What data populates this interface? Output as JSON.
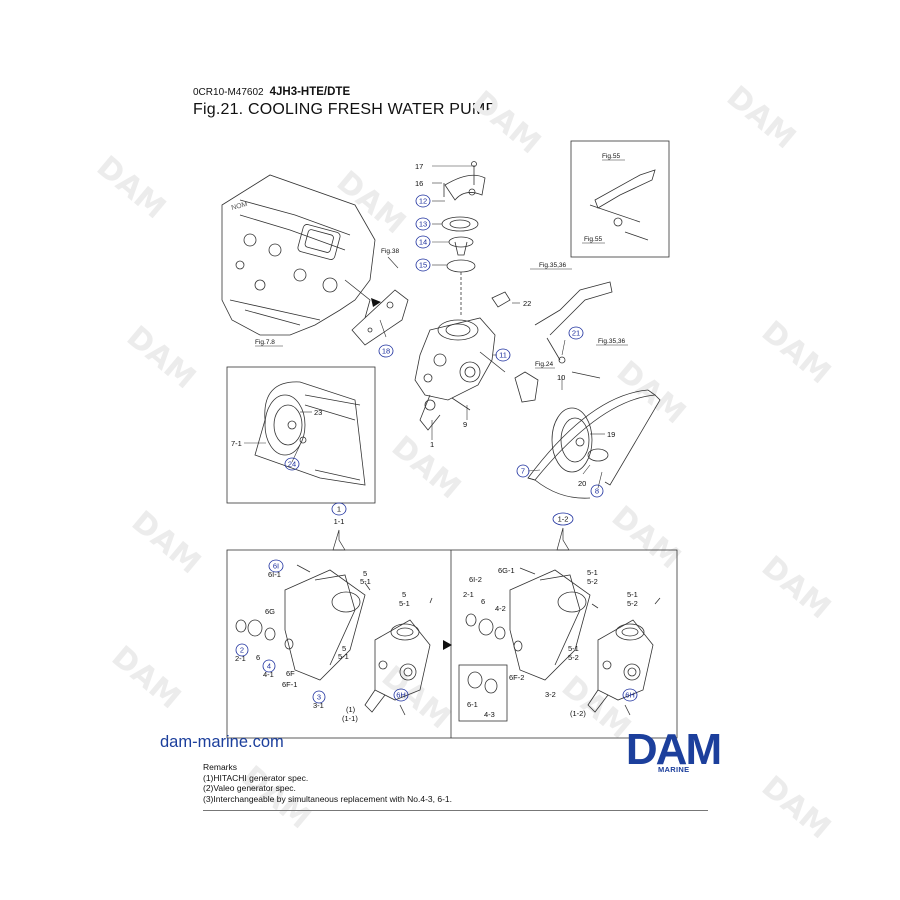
{
  "header": {
    "code": "0CR10-M47602",
    "model": "4JH3-HTE/DTE",
    "title": "Fig.21.  COOLING FRESH WATER PUMP"
  },
  "watermark": "DAM",
  "callouts": {
    "c17": "17",
    "c16": "16",
    "c12": "12",
    "c13": "13",
    "c14": "14",
    "c15": "15",
    "c22": "22",
    "c11": "11",
    "c18": "18",
    "c21": "21",
    "c10": "10",
    "c9": "9",
    "c1": "1",
    "c19": "19",
    "c20": "20",
    "c8": "8",
    "c7": "7",
    "c23": "23",
    "c24": "24",
    "c7_1": "7-1"
  },
  "fig_refs": {
    "fig38": "Fig.38",
    "fig78": "Fig.7.8",
    "fig55a": "Fig.55",
    "fig55b": "Fig.55",
    "fig3536a": "Fig.35,36",
    "fig3536b": "Fig.35,36",
    "fig24": "Fig.24"
  },
  "variants": {
    "hitachi": {
      "circle": "1",
      "label": "1-1"
    },
    "valeo": {
      "circle": "1-2"
    }
  },
  "detail_left": {
    "p6i": "6I",
    "p6i1": "6I-1",
    "p6g": "6G",
    "p2": "2",
    "p21": "2-1",
    "p6": "6",
    "p4": "4",
    "p41": "4-1",
    "p6f": "6F",
    "p6f1": "6F-1",
    "p3": "3",
    "p31": "3-1",
    "p5a": "5",
    "p51a": "5-1",
    "p5b": "5",
    "p51b": "5-1",
    "p5c": "5",
    "p51c": "5-1",
    "p1": "(1)",
    "p11": "(1-1)",
    "p6h": "6H"
  },
  "detail_right": {
    "p6i2": "6I-2",
    "p6g1": "6G-1",
    "p21": "2-1",
    "p6": "6",
    "p42": "4-2",
    "p6f2": "6F-2",
    "p61": "6-1",
    "p43": "4-3",
    "p32": "3-2",
    "p51a": "5-1",
    "p52a": "5-2",
    "p51b": "5-1",
    "p52b": "5-2",
    "p51c": "5-1",
    "p52c": "5-2",
    "p12": "(1-2)",
    "p6h": "6H"
  },
  "footer": {
    "site": "dam-marine.com",
    "logo": "DAM",
    "logo_sub": "MARINE",
    "remarks_title": "Remarks",
    "remark1": "(1)HITACHI generator spec.",
    "remark2": "(2)Valeo generator spec.",
    "remark3": "(3)Interchangeable by simultaneous replacement with No.4-3, 6-1."
  },
  "colors": {
    "callout_blue": "#1c2f9e",
    "brand_blue": "#1c3f9c",
    "line": "#222222"
  }
}
